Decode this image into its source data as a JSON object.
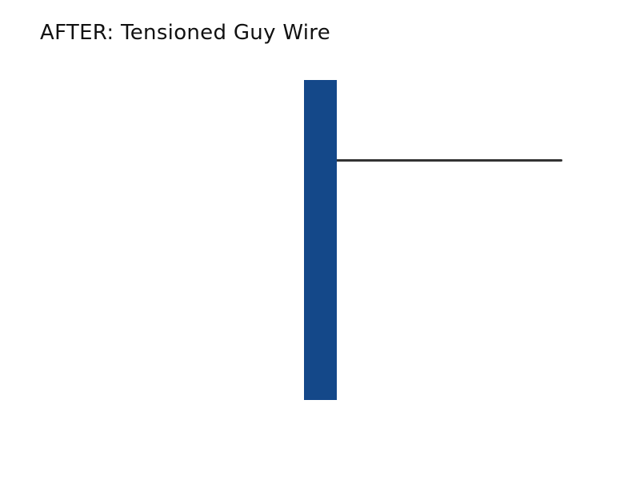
{
  "diagram": {
    "title": "AFTER: Tensioned Guy Wire",
    "colors": {
      "pole": "#144889",
      "wire": "#333333",
      "background": "#ffffff",
      "title_text": "#111111"
    },
    "elements": {
      "pole": "utility pole",
      "wire": "guy wire (tensioned, straight)"
    }
  }
}
